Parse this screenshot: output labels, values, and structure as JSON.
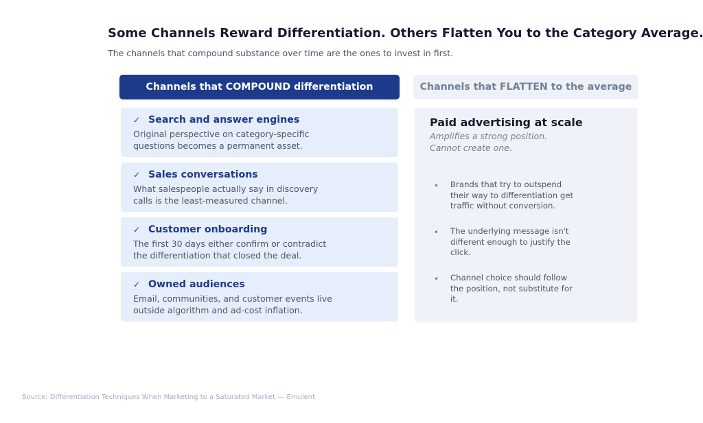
{
  "header": {
    "title": "Some Channels Reward Differentiation. Others Flatten You to the Category Average.",
    "subtitle": "The channels that compound substance over time are the ones to invest in first."
  },
  "left_column": {
    "header": "Channels that COMPOUND differentiation",
    "icon": "check-icon",
    "check_glyph": "✓",
    "items": [
      {
        "title": "Search and answer engines",
        "description": "Original perspective on category-specific questions becomes a permanent asset."
      },
      {
        "title": "Sales conversations",
        "description": "What salespeople actually say in discovery calls is the least-measured channel."
      },
      {
        "title": "Customer onboarding",
        "description": "The first 30 days either confirm or contradict the differentiation that closed the deal."
      },
      {
        "title": "Owned audiences",
        "description": "Email, communities, and customer events live outside algorithm and ad-cost inflation."
      }
    ]
  },
  "right_column": {
    "header": "Channels that FLATTEN to the average",
    "panel_title": "Paid advertising at scale",
    "panel_subtitle": "Amplifies a strong position. Cannot create one.",
    "bullet_glyph": "•",
    "bullets": [
      "Brands that try to outspend their way to differentiation get traffic without conversion.",
      "The underlying message isn't different enough to justify the click.",
      "Channel choice should follow the position, not substitute for it."
    ]
  },
  "footer": {
    "source": "Source: Differentiation Techniques When Marketing to a Saturated Market — Emulent"
  },
  "colors": {
    "primary": "#1e3a8a",
    "card_bg": "#e6eefb",
    "muted_panel": "#eff3f9",
    "title": "#141b2e",
    "body_text": "#4a5568",
    "muted_text": "#718096"
  }
}
